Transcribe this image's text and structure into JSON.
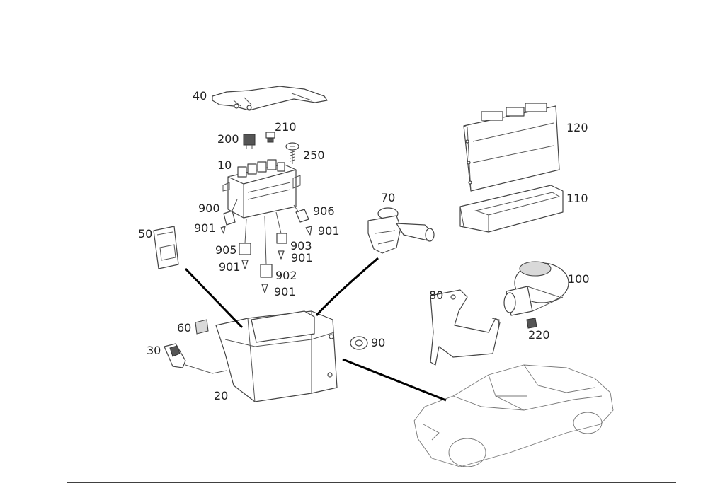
{
  "diagram": {
    "parts": [
      {
        "id": "40",
        "label": "40"
      },
      {
        "id": "210",
        "label": "210"
      },
      {
        "id": "200",
        "label": "200"
      },
      {
        "id": "250",
        "label": "250"
      },
      {
        "id": "10",
        "label": "10"
      },
      {
        "id": "900",
        "label": "900"
      },
      {
        "id": "906",
        "label": "906"
      },
      {
        "id": "901a",
        "label": "901"
      },
      {
        "id": "901b",
        "label": "901"
      },
      {
        "id": "905",
        "label": "905"
      },
      {
        "id": "903",
        "label": "903"
      },
      {
        "id": "901c",
        "label": "901"
      },
      {
        "id": "901d",
        "label": "901"
      },
      {
        "id": "902",
        "label": "902"
      },
      {
        "id": "901e",
        "label": "901"
      },
      {
        "id": "50",
        "label": "50"
      },
      {
        "id": "70",
        "label": "70"
      },
      {
        "id": "120",
        "label": "120"
      },
      {
        "id": "110",
        "label": "110"
      },
      {
        "id": "100",
        "label": "100"
      },
      {
        "id": "80",
        "label": "80"
      },
      {
        "id": "220",
        "label": "220"
      },
      {
        "id": "60",
        "label": "60"
      },
      {
        "id": "90",
        "label": "90"
      },
      {
        "id": "30",
        "label": "30"
      },
      {
        "id": "20",
        "label": "20"
      }
    ]
  }
}
